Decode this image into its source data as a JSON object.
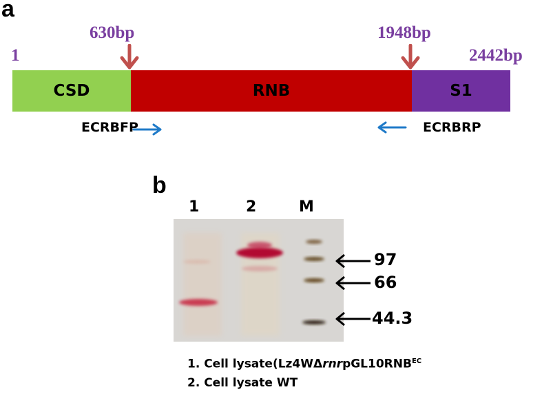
{
  "panel_a": {
    "label": "a",
    "positions": {
      "start": "1",
      "csd_end": "630bp",
      "rnb_end": "1948bp",
      "end": "2442bp"
    },
    "segments": {
      "csd": "CSD",
      "rnb": "RNB",
      "s1": "S1"
    },
    "primers": {
      "forward": "ECRBFP",
      "reverse": "ECRBRP"
    },
    "colors": {
      "csd": "#92d050",
      "rnb": "#c00000",
      "s1": "#7030a0",
      "position_text": "#7a3fa0",
      "site_arrow": "#c0504d",
      "primer_arrow": "#1f7ac8"
    }
  },
  "panel_b": {
    "label": "b",
    "lanes": [
      "1",
      "2",
      "M"
    ],
    "markers": [
      "97",
      "66",
      "44.3"
    ],
    "legend": {
      "line1_prefix": "1. Cell lysate(Lz4WΔ",
      "line1_italic": "rnr",
      "line1_suffix": "pGL10RNB",
      "line1_superscript": "EC",
      "line2": "2. Cell lysate WT"
    }
  }
}
